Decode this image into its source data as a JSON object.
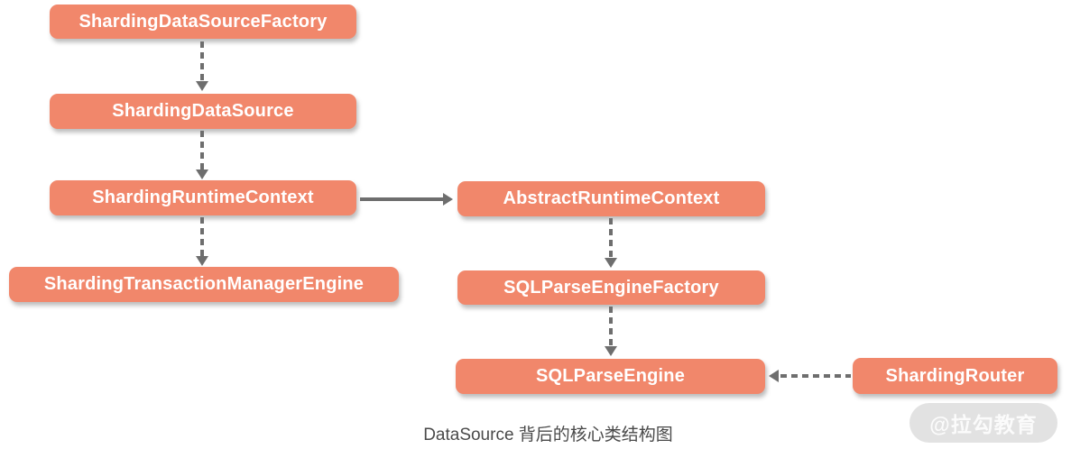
{
  "diagram": {
    "caption": "DataSource 背后的核心类结构图",
    "watermark": "@拉勾教育",
    "colors": {
      "node_fill": "#F1876B",
      "node_text": "#FFFFFF",
      "arrow": "#6E6E6E",
      "caption_text": "#4A4A4A",
      "watermark_bg": "#E2E2E2",
      "watermark_text": "#FBFBFB"
    },
    "nodes": [
      {
        "id": "ShardingDataSourceFactory",
        "label": "ShardingDataSourceFactory"
      },
      {
        "id": "ShardingDataSource",
        "label": "ShardingDataSource"
      },
      {
        "id": "ShardingRuntimeContext",
        "label": "ShardingRuntimeContext"
      },
      {
        "id": "ShardingTransactionManagerEngine",
        "label": "ShardingTransactionManagerEngine"
      },
      {
        "id": "AbstractRuntimeContext",
        "label": "AbstractRuntimeContext"
      },
      {
        "id": "SQLParseEngineFactory",
        "label": "SQLParseEngineFactory"
      },
      {
        "id": "SQLParseEngine",
        "label": "SQLParseEngine"
      },
      {
        "id": "ShardingRouter",
        "label": "ShardingRouter"
      }
    ],
    "edges": [
      {
        "from": "ShardingDataSourceFactory",
        "to": "ShardingDataSource",
        "style": "dashed",
        "direction": "down"
      },
      {
        "from": "ShardingDataSource",
        "to": "ShardingRuntimeContext",
        "style": "dashed",
        "direction": "down"
      },
      {
        "from": "ShardingRuntimeContext",
        "to": "ShardingTransactionManagerEngine",
        "style": "dashed",
        "direction": "down"
      },
      {
        "from": "ShardingRuntimeContext",
        "to": "AbstractRuntimeContext",
        "style": "solid",
        "direction": "right"
      },
      {
        "from": "AbstractRuntimeContext",
        "to": "SQLParseEngineFactory",
        "style": "dashed",
        "direction": "down"
      },
      {
        "from": "SQLParseEngineFactory",
        "to": "SQLParseEngine",
        "style": "dashed",
        "direction": "down"
      },
      {
        "from": "ShardingRouter",
        "to": "SQLParseEngine",
        "style": "dashed",
        "direction": "left"
      }
    ]
  }
}
